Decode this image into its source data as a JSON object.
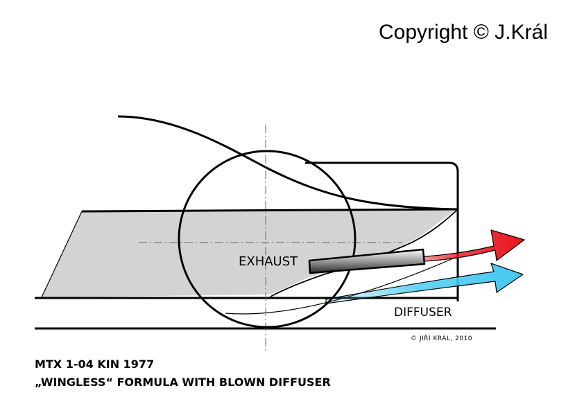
{
  "copyright": "Copyright © J.Král",
  "labels": {
    "exhaust": "EXHAUST",
    "diffuser": "DIFFUSER"
  },
  "credit": "© JIŘÍ KRÁL, 2010",
  "caption": {
    "line1": "MTX 1-04 KIN 1977",
    "line2": "„WINGLESS“ FORMULA WITH BLOWN DIFFUSER"
  },
  "colors": {
    "hot_arrow": "#e8141e",
    "cold_arrow": "#45c8f0",
    "body_fill": "#d3d3d3",
    "line": "#000000"
  }
}
